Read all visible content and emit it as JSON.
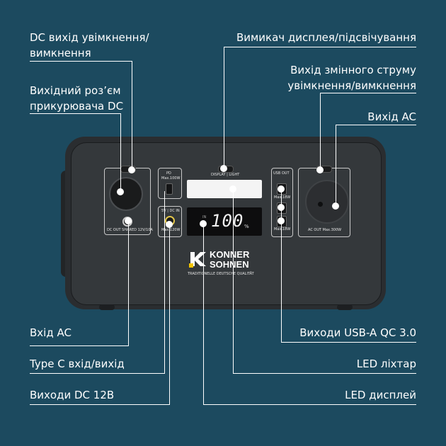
{
  "labels": {
    "dc_switch": [
      "DC вихід увімкнення/",
      "вимкнення"
    ],
    "car_socket": [
      "Вихідний роз’єм",
      "прикурювача DC"
    ],
    "ac_input": "Вхід AC",
    "type_c": "Type C вхід/вихід",
    "dc_outputs": "Виходи DC 12В",
    "display_switch": "Вимикач дисплея/підсвічування",
    "ac_switch": [
      "Вихід змінного струму",
      "увімкнення/вимкнення"
    ],
    "ac_output": "Вихід AC",
    "usb_outputs": "Виходи USB-A QC 3.0",
    "led_light": "LED ліхтар",
    "led_display": "LED дисплей"
  },
  "device": {
    "dc_out_label": "DC OUT SHARED 12V/10A",
    "pd_label": "PD",
    "pd_max": "Max.100W",
    "dcin_label": "5V | DC IN",
    "dcin_max": "Max.120W",
    "display_light_label": "DISPLAY | LIGHT",
    "usb_out_label": "USB OUT",
    "usb_max_1": "Max.18W",
    "usb_max_2": "Max.18W",
    "ac_out_label": "AC OUT Max.300W",
    "lcd_in": "IN",
    "lcd_value": "100",
    "lcd_unit": "%",
    "brand_line1": "KONNER",
    "brand_line2": "SOHNEN",
    "brand_tagline": "TRADITIONELLE DEUTSCHE QUALITÄT"
  },
  "colors": {
    "background": "#1c4a5f",
    "text": "#ffffff",
    "device_body": "#2a2d30"
  }
}
